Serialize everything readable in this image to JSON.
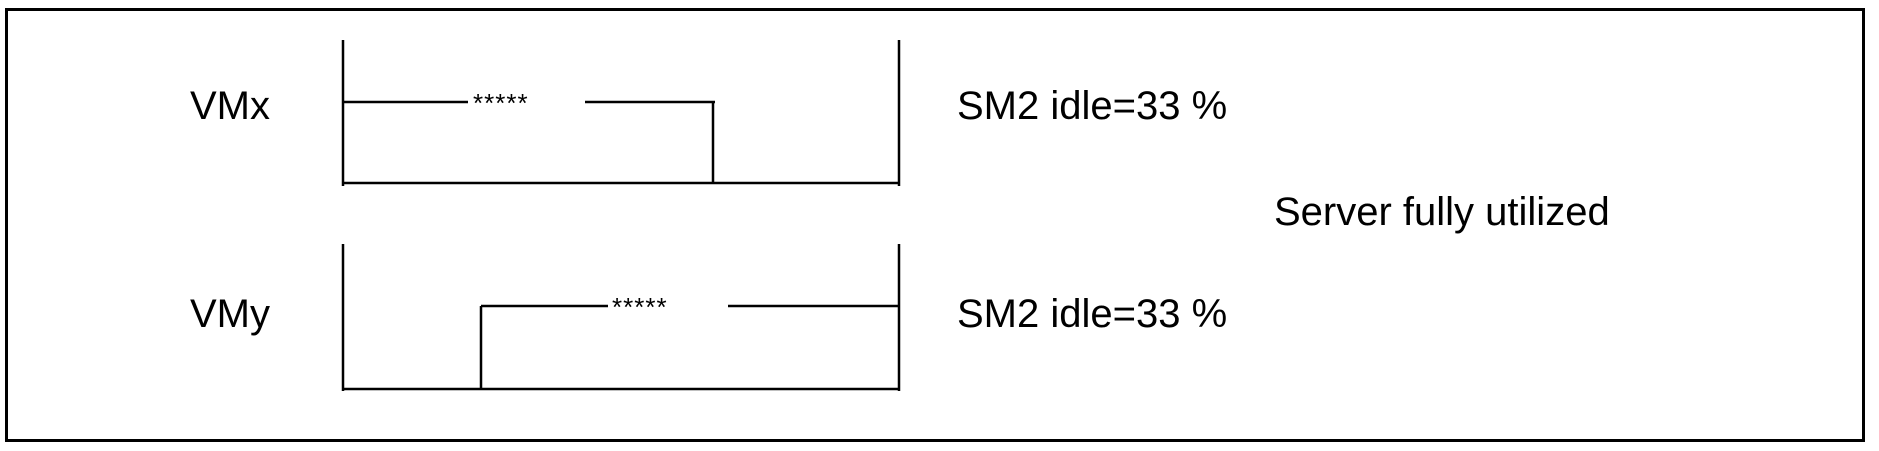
{
  "rows": [
    {
      "vm_label": "VMx",
      "marker": "*****",
      "status": "SM2 idle=33 %"
    },
    {
      "vm_label": "VMy",
      "marker": "*****",
      "status": "SM2 idle=33 %"
    }
  ],
  "summary": "Server fully utilized",
  "colors": {
    "line": "#000000",
    "background": "#ffffff"
  }
}
